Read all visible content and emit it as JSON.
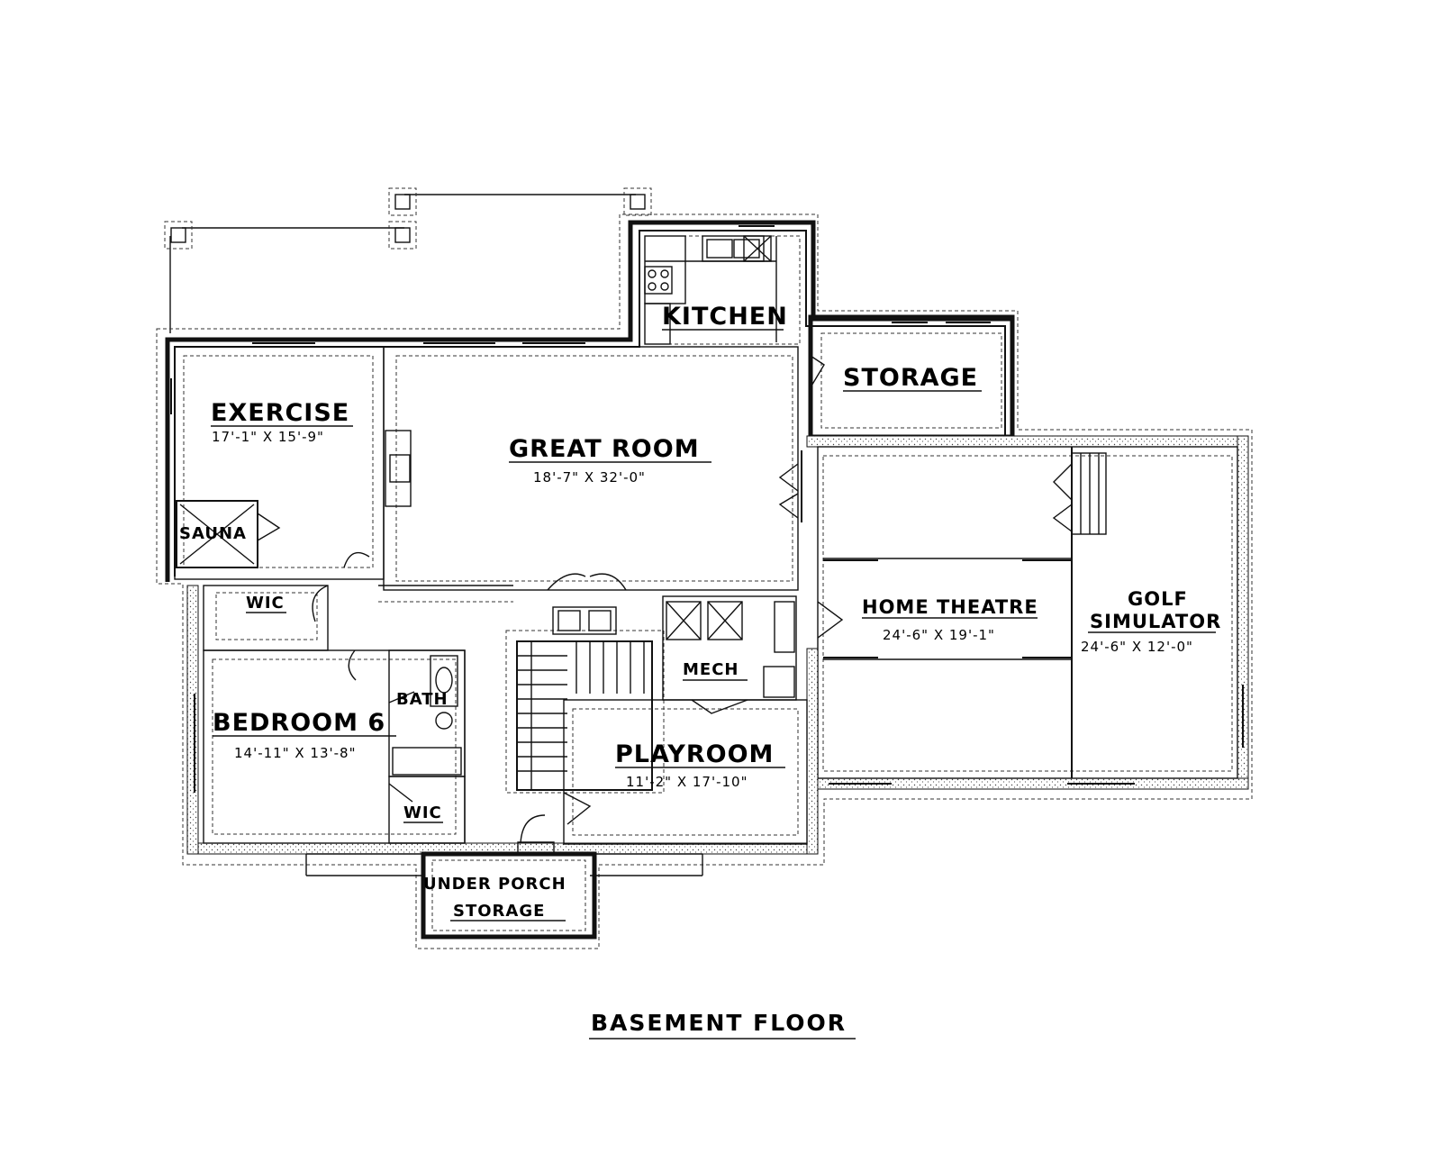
{
  "rooms": {
    "kitchen": {
      "label": "KITCHEN"
    },
    "storage": {
      "label": "STORAGE"
    },
    "exercise": {
      "label": "EXERCISE",
      "dim": "17'-1\" X 15'-9\""
    },
    "great_room": {
      "label": "GREAT ROOM",
      "dim": "18'-7\" X 32'-0\""
    },
    "sauna": {
      "label": "SAUNA"
    },
    "wic_upper": {
      "label": "WIC"
    },
    "home_theatre": {
      "label": "HOME THEATRE",
      "dim": "24'-6\" X 19'-1\""
    },
    "golf": {
      "label_line1": "GOLF",
      "label_line2": "SIMULATOR",
      "dim": "24'-6\" X 12'-0\""
    },
    "mech": {
      "label": "MECH"
    },
    "bath": {
      "label": "BATH"
    },
    "bedroom6": {
      "label": "BEDROOM 6",
      "dim": "14'-11\" X 13'-8\""
    },
    "playroom": {
      "label": "PLAYROOM",
      "dim": "11'-2\" X 17'-10\""
    },
    "wic_lower": {
      "label": "WIC"
    },
    "under_porch": {
      "label_line1": "UNDER PORCH",
      "label_line2": "STORAGE"
    }
  },
  "plan_title": "BASEMENT FLOOR"
}
